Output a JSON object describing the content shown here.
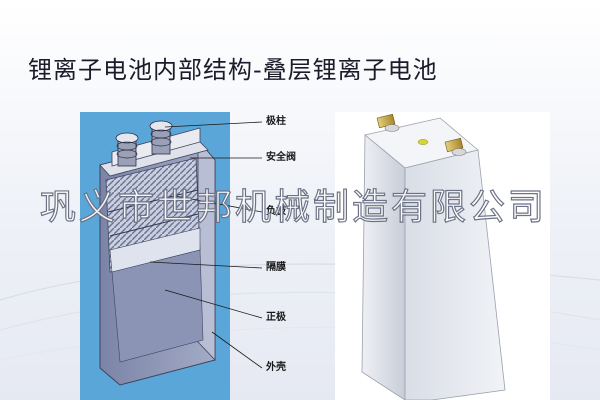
{
  "title": "锂离子电池内部结构-叠层锂离子电池",
  "callouts": {
    "terminal": "极柱",
    "safety_valve": "安全阀",
    "negative": "负极",
    "separator": "隔膜",
    "positive": "正极",
    "casing": "外壳"
  },
  "watermark": "巩义市世邦机械制造有限公司",
  "colors": {
    "cutaway_bg": "#5aa6d8",
    "cell_shell": "#8a93b3",
    "terminal_tab": "#c9a640",
    "vent_dot": "#d7d43a"
  }
}
